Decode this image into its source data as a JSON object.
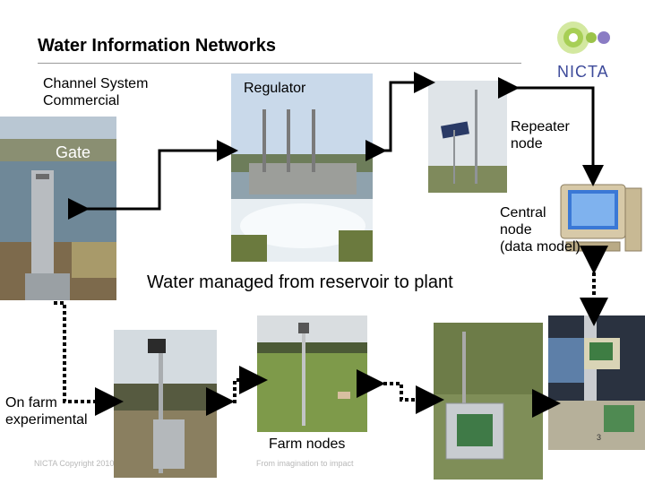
{
  "slide": {
    "title": "Water Information Networks",
    "logo_text": "NICTA",
    "labels": {
      "channel_line1": "Channel System",
      "channel_line2": "Commercial",
      "regulator": "Regulator",
      "gate": "Gate",
      "repeater_line1": "Repeater",
      "repeater_line2": "node",
      "central_line1": "Central",
      "central_line2": "node",
      "central_line3": "(data model)",
      "headline": "Water managed from reservoir to plant",
      "onfarm_line1": "On farm",
      "onfarm_line2": "experimental",
      "farm_nodes": "Farm nodes"
    },
    "footer": {
      "copyright": "NICTA Copyright 2010",
      "tagline": "From imagination to impact",
      "page_number": "3"
    }
  }
}
